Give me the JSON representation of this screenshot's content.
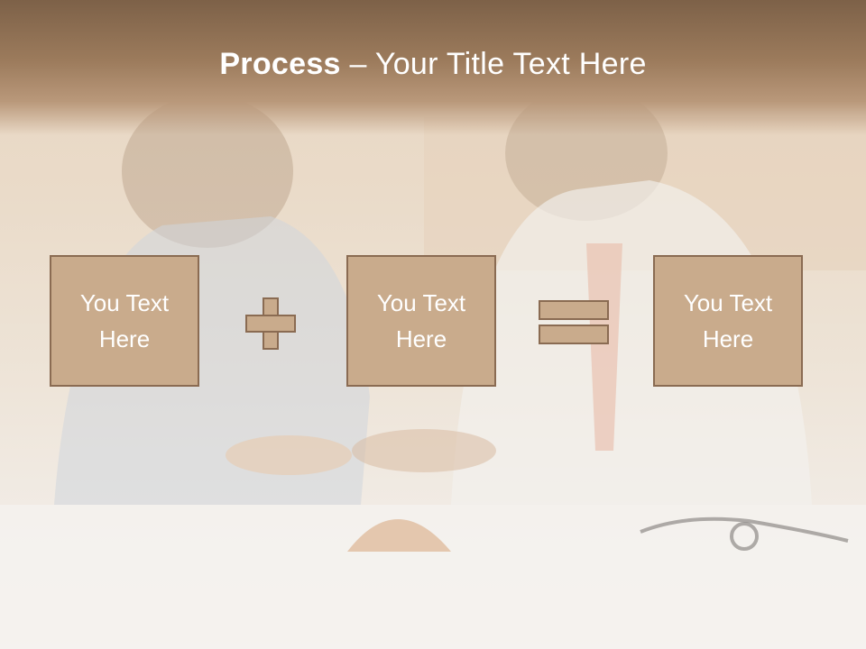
{
  "slide": {
    "title_bold": "Process",
    "title_rest": " – Your Title Text Here",
    "boxes": [
      {
        "label": "You Text Here"
      },
      {
        "label": "You Text Here"
      },
      {
        "label": "You Text Here"
      }
    ],
    "operators": [
      "plus-icon",
      "equals-icon"
    ],
    "colors": {
      "box_fill": "#c9ab8c",
      "box_border": "#8a6b52",
      "title_band": "#8f7055",
      "text": "#ffffff"
    }
  }
}
